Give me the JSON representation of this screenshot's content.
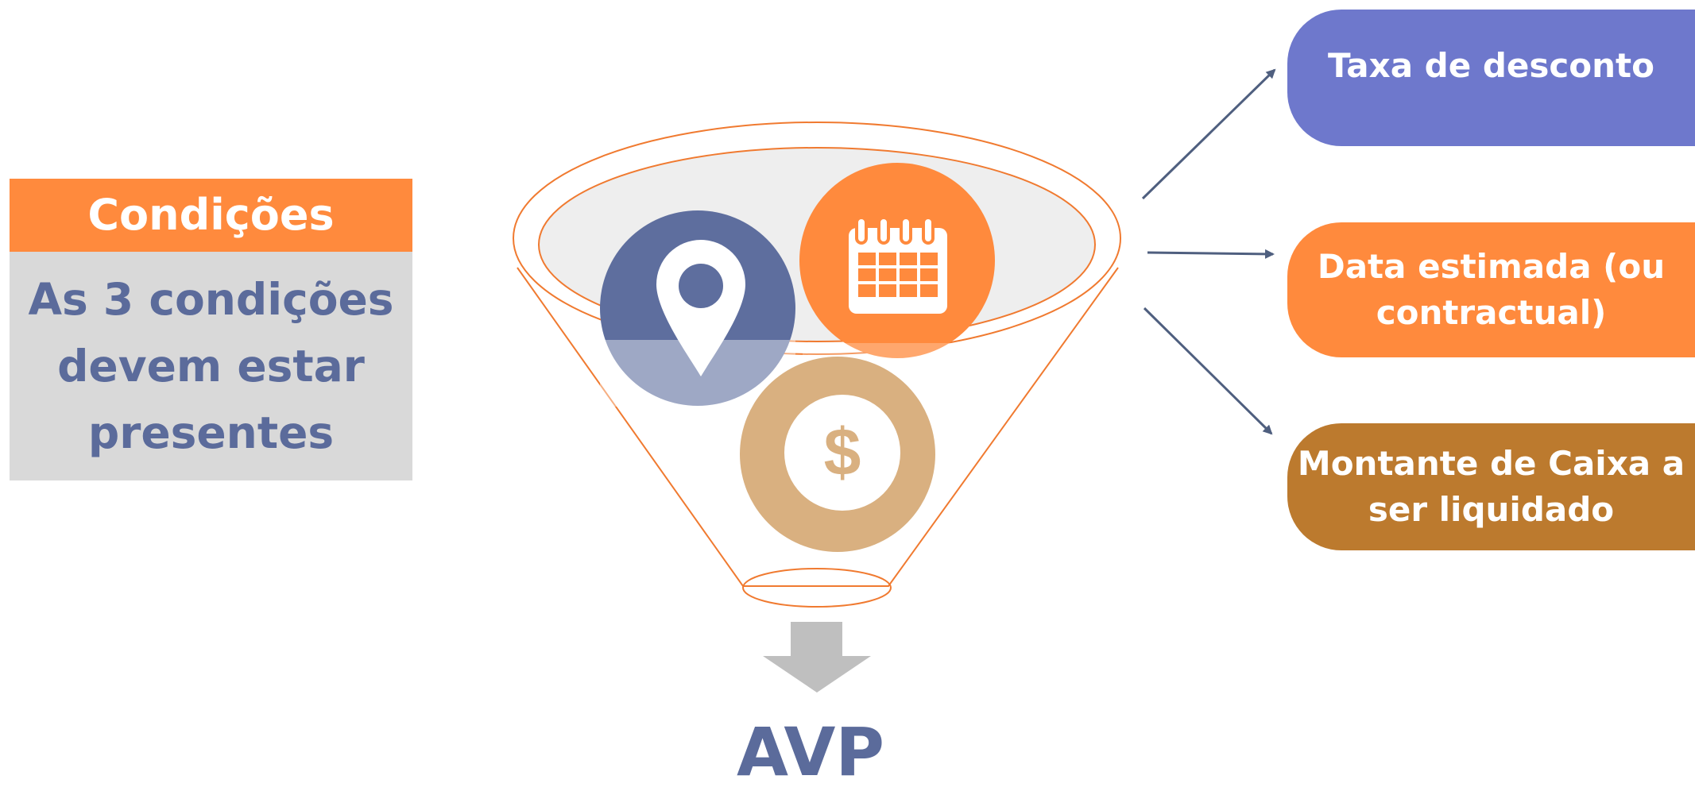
{
  "conditions": {
    "title": "Condições",
    "body": "As 3 condições devem estar presentes"
  },
  "factors": [
    {
      "label": "Taxa de desconto",
      "color": "#6E78CC"
    },
    {
      "label": "Data estimada (ou contractual)",
      "color": "#FF8A3D"
    },
    {
      "label": "Montante de Caixa a ser liquidado",
      "color": "#BC7A2E"
    }
  ],
  "result": {
    "label": "AVP"
  },
  "icons": {
    "location": {
      "name": "location-pin-icon",
      "color": "#5E6E9E"
    },
    "calendar": {
      "name": "calendar-icon",
      "color": "#FF8A3D"
    },
    "money": {
      "name": "dollar-coin-icon",
      "color": "#D9B080"
    }
  },
  "colors": {
    "funnel_outline": "#F07A30",
    "arrow_line": "#4F5F7F",
    "down_arrow": "#BFBFBF",
    "text_blue": "#5B6B9B"
  }
}
